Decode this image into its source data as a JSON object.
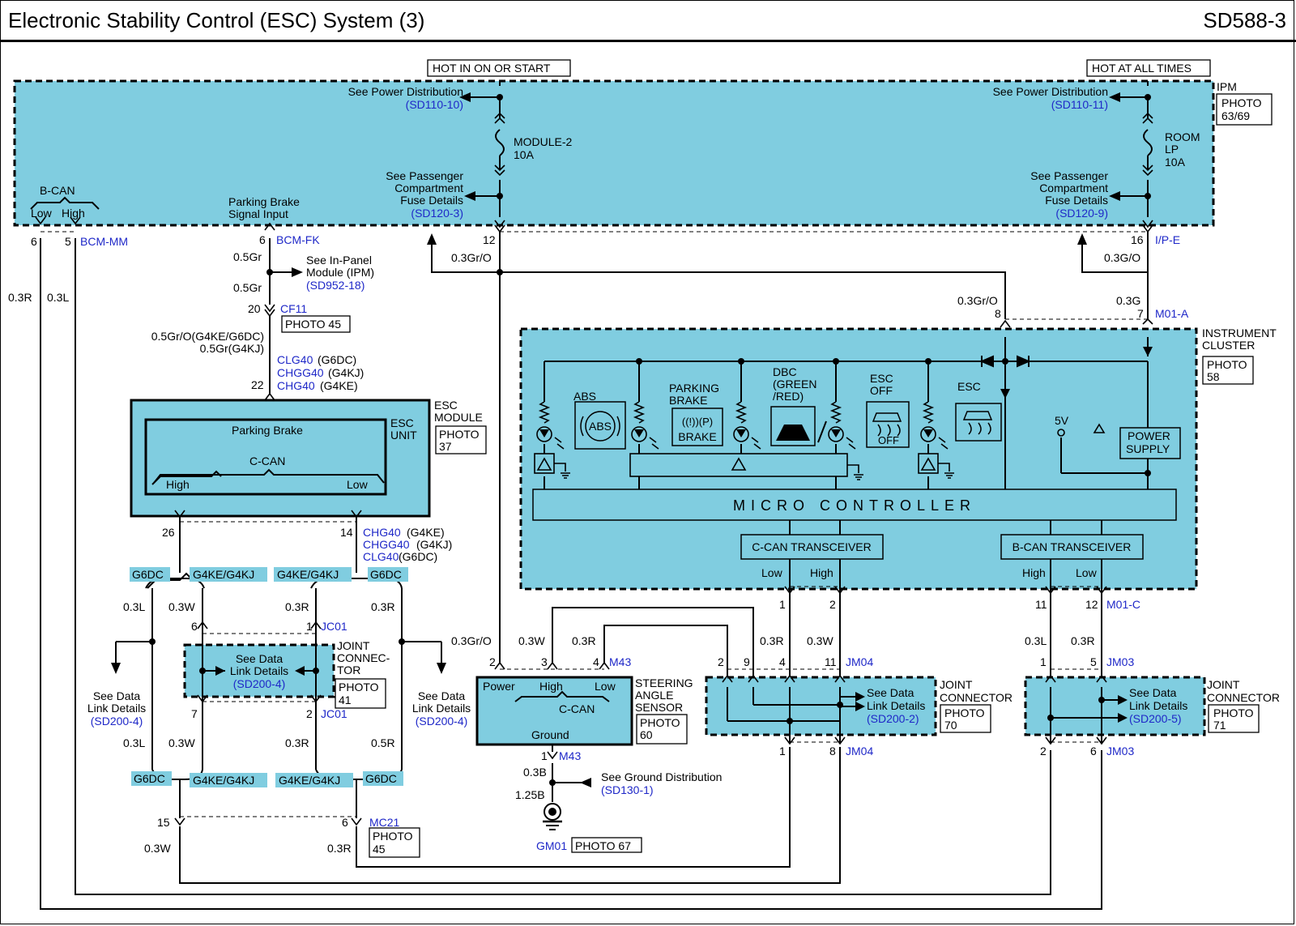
{
  "header": {
    "title": "Electronic Stability Control (ESC) System (3)",
    "code": "SD588-3"
  },
  "colors": {
    "module_fill": "#80cde0",
    "ref_text": "#1f28c8",
    "tag_fill": "#80cde0",
    "wire": "#000000"
  },
  "power": {
    "hot_on": "HOT IN ON OR START",
    "hot_always": "HOT AT ALL TIMES",
    "ipm_label": "IPM",
    "ipm_photo": [
      "PHOTO",
      "63/69"
    ],
    "left_dist": "See Power Distribution",
    "left_dist_ref": "(SD110-10)",
    "right_dist": "See Power Distribution",
    "right_dist_ref": "(SD110-11)",
    "fuse_left": [
      "MODULE-2",
      "10A"
    ],
    "fuse_right": [
      "ROOM",
      "LP",
      "10A"
    ],
    "pass_left": [
      "See Passenger",
      "Compartment",
      "Fuse Details"
    ],
    "pass_left_ref": "(SD120-3)",
    "pass_right": [
      "See Passenger",
      "Compartment",
      "Fuse Details"
    ],
    "pass_right_ref": "(SD120-9)",
    "bcan": "B-CAN",
    "bcan_low": "Low",
    "bcan_high": "High",
    "pb_signal": [
      "Parking Brake",
      "Signal Input"
    ]
  },
  "pins": {
    "p6": "6",
    "p5": "5",
    "bcm_mm": "BCM-MM",
    "p6b": "6",
    "bcm_fk": "BCM-FK",
    "p12": "12",
    "p16": "16",
    "ip_e": "I/P-E",
    "p20": "20",
    "cf11": "CF11",
    "p22": "22",
    "p8": "8",
    "p7": "7",
    "m01a": "M01-A",
    "p26": "26",
    "p14": "14",
    "p6j": "6",
    "p1j": "1",
    "jc01a": "JC01",
    "p7j": "7",
    "p2j": "2",
    "jc01b": "JC01",
    "p15": "15",
    "p6m": "6",
    "mc21": "MC21",
    "p2s": "2",
    "p3s": "3",
    "p4s": "4",
    "m43a": "M43",
    "p1g": "1",
    "m43b": "M43",
    "gm01": "GM01",
    "p1c": "1",
    "p2c": "2",
    "p11c": "11",
    "p12c": "12",
    "m01c": "M01-C",
    "j2": "2",
    "j9": "9",
    "j4": "4",
    "j11": "11",
    "jm04a": "JM04",
    "j1": "1",
    "j8": "8",
    "jm04b": "JM04",
    "k1": "1",
    "k5": "5",
    "jm03a": "JM03",
    "k2": "2",
    "k6": "6",
    "jm03b": "JM03"
  },
  "wires": {
    "r03": "0.3R",
    "l03": "0.3L",
    "gr05a": "0.5Gr",
    "gr05b": "0.5Gr",
    "gro_top": "0.3Gr/O",
    "go_top": "0.3G/O",
    "gro_ic": "0.3Gr/O",
    "g_ic": "0.3G",
    "pb_wire1": "0.5Gr/O(G4KE/G6DC)",
    "pb_wire2": "0.5Gr(G4KJ)",
    "l1": "0.3L",
    "w1": "0.3W",
    "r1": "0.3R",
    "r2": "0.3R",
    "l2": "0.3L",
    "w2": "0.3W",
    "r3": "0.3R",
    "r4": "0.5R",
    "w3": "0.3W",
    "r5": "0.3R",
    "s1": "0.3Gr/O",
    "s2": "0.3W",
    "s3": "0.3R",
    "g1": "0.3B",
    "g2": "1.25B",
    "c1": "0.3R",
    "c2": "0.3W",
    "c3": "0.3L",
    "c4": "0.3R"
  },
  "ipm_module": {
    "see": "See In-Panel",
    "module": "Module (IPM)",
    "ref": "(SD952-18)",
    "photo45": "PHOTO 45"
  },
  "esc": {
    "conn_a": "CLG40",
    "conn_a_s": "(G6DC)",
    "conn_b": "CHGG40",
    "conn_b_s": "(G4KJ)",
    "conn_c": "CHG40",
    "conn_c_s": "(G4KE)",
    "module": [
      "ESC",
      "MODULE"
    ],
    "photo": [
      "PHOTO",
      "37"
    ],
    "unit": [
      "ESC",
      "UNIT"
    ],
    "parking": "Parking Brake",
    "ccan": "C-CAN",
    "high": "High",
    "low": "Low",
    "bot_a": "CHG40",
    "bot_a_s": "(G4KE)",
    "bot_b": "CHGG40",
    "bot_b_s": "(G4KJ)",
    "bot_c": "CLG40",
    "bot_c_s": "(G6DC)"
  },
  "tags": {
    "g6dc1": "G6DC",
    "g4k1": "G4KE/G4KJ",
    "g4k2": "G4KE/G4KJ",
    "g6dc2": "G6DC",
    "g6dc3": "G6DC",
    "g4k3": "G4KE/G4KJ",
    "g4k4": "G4KE/G4KJ",
    "g6dc4": "G6DC"
  },
  "datalink": {
    "left": [
      "See Data",
      "Link Details"
    ],
    "left_ref": "(SD200-4)",
    "mid": [
      "See Data",
      "Link Details"
    ],
    "mid_ref": "(SD200-4)",
    "right": [
      "See Data",
      "Link Details"
    ],
    "right_ref": "(SD200-4)",
    "jc": [
      "JOINT",
      "CONNEC-",
      "TOR"
    ],
    "jc_photo": [
      "PHOTO",
      "41"
    ],
    "mc21_photo": [
      "PHOTO",
      "45"
    ],
    "jm04": [
      "See Data",
      "Link Details"
    ],
    "jm04_ref": "(SD200-2)",
    "jm04_label": [
      "JOINT",
      "CONNECTOR"
    ],
    "jm04_photo": [
      "PHOTO",
      "70"
    ],
    "jm03": [
      "See Data",
      "Link Details"
    ],
    "jm03_ref": "(SD200-5)",
    "jm03_label": [
      "JOINT",
      "CONNECTOR"
    ],
    "jm03_photo": [
      "PHOTO",
      "71"
    ]
  },
  "sensor": {
    "power": "Power",
    "high": "High",
    "low": "Low",
    "ccan": "C-CAN",
    "ground": "Ground",
    "label": [
      "STEERING",
      "ANGLE",
      "SENSOR"
    ],
    "photo": [
      "PHOTO",
      "60"
    ],
    "ground_dist": "See Ground Distribution",
    "ground_ref": "(SD130-1)",
    "gm_photo": "PHOTO 67"
  },
  "cluster": {
    "label": [
      "INSTRUMENT",
      "CLUSTER"
    ],
    "photo": [
      "PHOTO",
      "58"
    ],
    "abs": "ABS",
    "abs_icon": "ABS",
    "pb": [
      "PARKING",
      "BRAKE"
    ],
    "pb_icon": "BRAKE",
    "dbc": [
      "DBC",
      "(GREEN",
      "/RED)"
    ],
    "escoff": [
      "ESC",
      "OFF"
    ],
    "off_icon": "OFF",
    "esc": "ESC",
    "v5": "5V",
    "ps": [
      "POWER",
      "SUPPLY"
    ],
    "micro": "MICRO CONTROLLER",
    "ccan_tr": "C-CAN TRANSCEIVER",
    "bcan_tr": "B-CAN TRANSCEIVER",
    "low": "Low",
    "high": "High",
    "high2": "High",
    "low2": "Low"
  }
}
